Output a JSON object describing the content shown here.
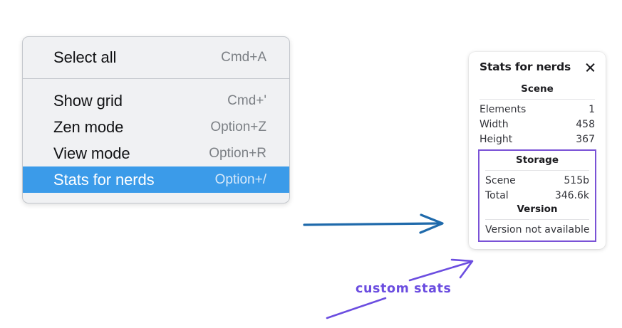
{
  "context_menu": {
    "groups": [
      {
        "items": [
          {
            "label": "Select all",
            "shortcut": "Cmd+A",
            "selected": false
          }
        ]
      },
      {
        "items": [
          {
            "label": "Show grid",
            "shortcut": "Cmd+'",
            "selected": false
          },
          {
            "label": "Zen mode",
            "shortcut": "Option+Z",
            "selected": false
          },
          {
            "label": "View mode",
            "shortcut": "Option+R",
            "selected": false
          },
          {
            "label": "Stats for nerds",
            "shortcut": "Option+/",
            "selected": true
          }
        ]
      }
    ],
    "highlight_color": "#3b9be9"
  },
  "stats_panel": {
    "title": "Stats for nerds",
    "close_icon": "close-icon",
    "sections": [
      {
        "name": "scene",
        "title": "Scene",
        "rows": [
          {
            "key": "Elements",
            "value": "1"
          },
          {
            "key": "Width",
            "value": "458"
          },
          {
            "key": "Height",
            "value": "367"
          }
        ]
      },
      {
        "name": "storage",
        "title": "Storage",
        "rows": [
          {
            "key": "Scene",
            "value": "515b"
          },
          {
            "key": "Total",
            "value": "346.6k"
          }
        ]
      },
      {
        "name": "version",
        "title": "Version",
        "note": "Version not available"
      }
    ],
    "highlight_border_color": "#7a52d6"
  },
  "annotations": {
    "custom_stats_label": "custom stats",
    "label_color": "#6b4de0",
    "blue_arrow_color": "#1f6aab"
  }
}
